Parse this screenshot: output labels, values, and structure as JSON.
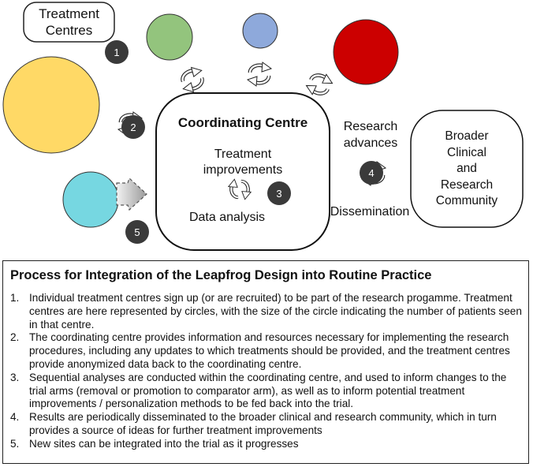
{
  "diagram": {
    "treatment_centres_label": "Treatment\nCentres",
    "coordinating_centre": {
      "title": "Coordinating Centre",
      "improvements": "Treatment\nimprovements",
      "analysis": "Data analysis"
    },
    "research_advances": "Research\nadvances",
    "dissemination": "Dissemination",
    "broader_community": "Broader\nClinical\nand\nResearch\nCommunity",
    "step_badges": [
      "1",
      "2",
      "3",
      "4",
      "5"
    ],
    "circle_colors": {
      "yellow": "#FFD966",
      "green": "#93C47D",
      "blue": "#8EA9DB",
      "red": "#CC0000",
      "cyan": "#76D7E1"
    }
  },
  "legend": {
    "title": "Process for Integration of the Leapfrog Design into Routine Practice",
    "items": [
      {
        "num": "1.",
        "text": "Individual treatment centres sign up (or are recruited) to be part of the research progamme. Treatment centres are here represented by circles, with the size of the circle indicating the number of patients seen in that centre."
      },
      {
        "num": "2.",
        "text": "The coordinating centre provides information and resources necessary for implementing the research procedures, including any updates to which treatments should be provided, and the treatment centres provide anonymized data back to the coordinating centre."
      },
      {
        "num": "3.",
        "text": "Sequential analyses are conducted within the coordinating centre, and used to inform changes to the trial arms (removal or promotion to comparator arm), as well as to inform potential treatment improvements / personalization methods to be fed back into the trial."
      },
      {
        "num": "4.",
        "text": "Results are periodically disseminated to the broader clinical and research community, which in turn provides a source of ideas for further treatment improvements"
      },
      {
        "num": "5.",
        "text": "New sites can be integrated into the trial as it progresses"
      }
    ]
  }
}
